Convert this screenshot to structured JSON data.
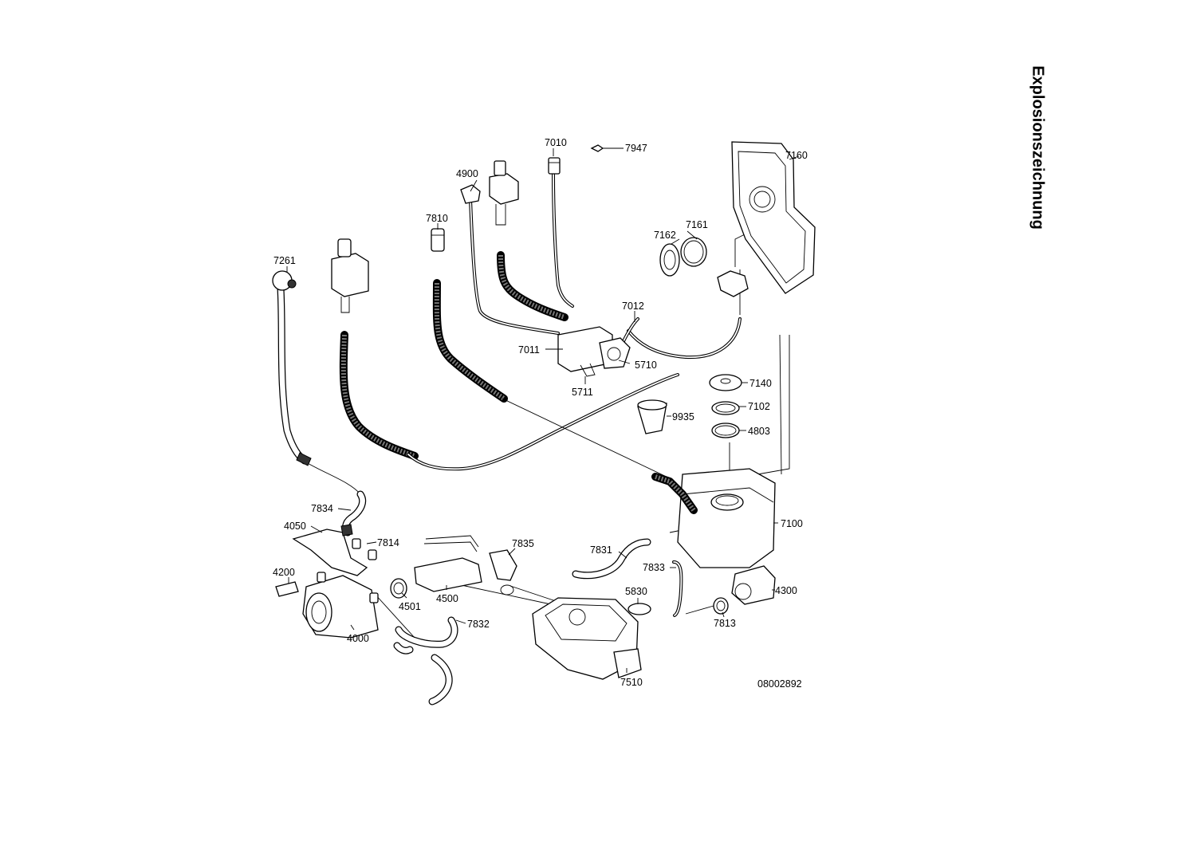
{
  "title": "Explosionszeichnung",
  "drawing_number": "08002892",
  "part_labels": {
    "p7010": "7010",
    "p7947": "7947",
    "p7160": "7160",
    "p4900": "4900",
    "p7810": "7810",
    "p7261": "7261",
    "p7161": "7161",
    "p7162": "7162",
    "p7012": "7012",
    "p7011": "7011",
    "p5710": "5710",
    "p5711": "5711",
    "p7140": "7140",
    "p7102": "7102",
    "p9935": "9935",
    "p4803": "4803",
    "p7100": "7100",
    "p7834": "7834",
    "p4050": "4050",
    "p7814": "7814",
    "p7835": "7835",
    "p7831": "7831",
    "p4200": "4200",
    "p7833": "7833",
    "p4300": "4300",
    "p4500": "4500",
    "p4501": "4501",
    "p5830": "5830",
    "p7813": "7813",
    "p4000": "4000",
    "p7832": "7832",
    "p7510": "7510"
  },
  "colors": {
    "ink": "#000000",
    "paper": "#ffffff"
  }
}
